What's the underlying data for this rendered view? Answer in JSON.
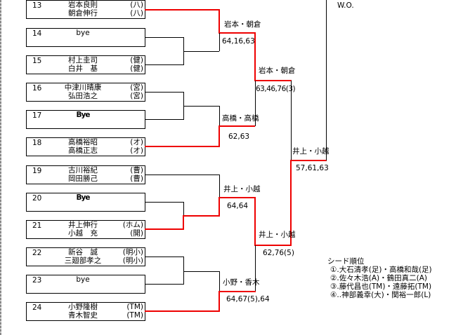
{
  "entries": [
    {
      "no": "13",
      "p1": "岩本良則",
      "a1": "(八)",
      "p2": "朝倉伸行",
      "a2": "(八)"
    },
    {
      "no": "14",
      "p1": "bye",
      "a1": "",
      "p2": "",
      "a2": ""
    },
    {
      "no": "15",
      "p1": "村上圭司",
      "a1": "(健)",
      "p2": "白井　基",
      "a2": "(健)"
    },
    {
      "no": "16",
      "p1": "中津川晴康",
      "a1": "(宮)",
      "p2": "弘田浩之",
      "a2": "(宮)"
    },
    {
      "no": "17",
      "p1": "Bye",
      "a1": "",
      "p2": "",
      "a2": ""
    },
    {
      "no": "18",
      "p1": "高橋裕昭",
      "a1": "(オ)",
      "p2": "高橋正志",
      "a2": "(オ)"
    },
    {
      "no": "19",
      "p1": "古川裕紀",
      "a1": "(曹)",
      "p2": "岡田勝己",
      "a2": "(曹)"
    },
    {
      "no": "20",
      "p1": "Bye",
      "a1": "",
      "p2": "",
      "a2": ""
    },
    {
      "no": "21",
      "p1": "井上伸行",
      "a1": "(ホム)",
      "p2": "小越　充",
      "a2": "(開)"
    },
    {
      "no": "22",
      "p1": "新谷　誠",
      "a1": "(明小)",
      "p2": "三廻部孝之",
      "a2": "(明小)"
    },
    {
      "no": "23",
      "p1": "bye",
      "a1": "",
      "p2": "",
      "a2": ""
    },
    {
      "no": "24",
      "p1": "小野隆樹",
      "a1": "(TM)",
      "p2": "青木智史",
      "a2": "(TM)"
    }
  ],
  "results": {
    "r2a_winner": "岩本・朝倉",
    "r2a_score": "64,16,63",
    "r2b_winner": "高橋・高橋",
    "r2b_score": "62,63",
    "r2c_winner": "井上・小越",
    "r2c_score": "64,64",
    "r2d_winner": "小野・香木",
    "r2d_score": "64,67(5),64",
    "r3a_winner": "岩本・朝倉",
    "r3a_score": "63,46,76(3)",
    "r3b_winner": "井上・小越",
    "r3b_score": "62,76(5)",
    "r4_winner": "井上・小越",
    "r4_score": "57,61,63",
    "final_note": "W.O."
  },
  "seeds": {
    "title": "シード順位",
    "items": [
      "①.大石清孝(足)・高橋和哉(足)",
      "②.佐々木浩(A)・鶴田真二(A)",
      "③.藤代昌也(TM)・遠藤拓(TM)",
      "④..神部義幸(大)・関裕一郎(L)"
    ]
  },
  "colors": {
    "winner_line": "#ee0000"
  }
}
